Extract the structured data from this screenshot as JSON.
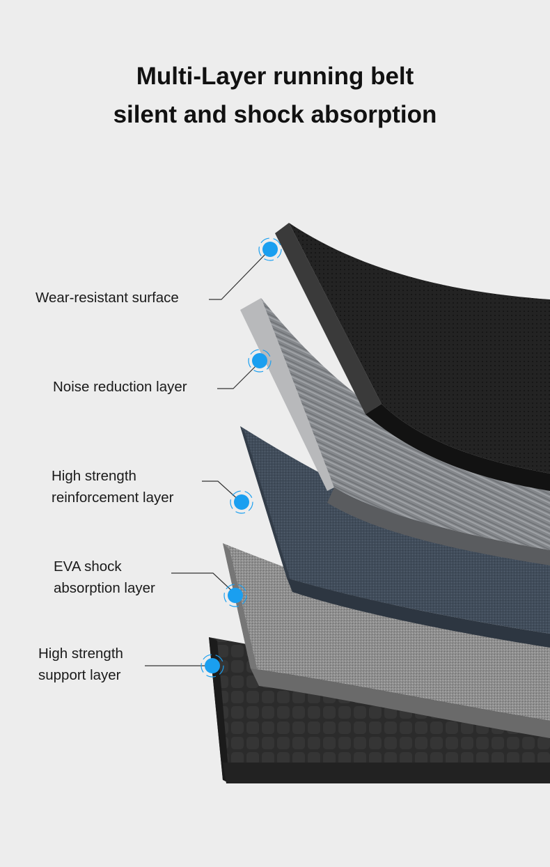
{
  "title": {
    "line1": "Multi-Layer running belt",
    "line2": "silent and shock absorption"
  },
  "layers": [
    {
      "lines": [
        "Wear-resistant surface"
      ]
    },
    {
      "lines": [
        "Noise reduction layer"
      ]
    },
    {
      "lines": [
        "High strength",
        "reinforcement layer"
      ]
    },
    {
      "lines": [
        "EVA shock",
        "absorption layer"
      ]
    },
    {
      "lines": [
        "High strength",
        "support layer"
      ]
    }
  ],
  "colors": {
    "background": "#ededed",
    "marker": "#1a9ff0",
    "surface": "#1e1e1e",
    "noise_layer": "#8a8d91",
    "reinforcement": "#3f4a58",
    "eva": "#8c8c8c",
    "support": "#2a2a2a"
  }
}
